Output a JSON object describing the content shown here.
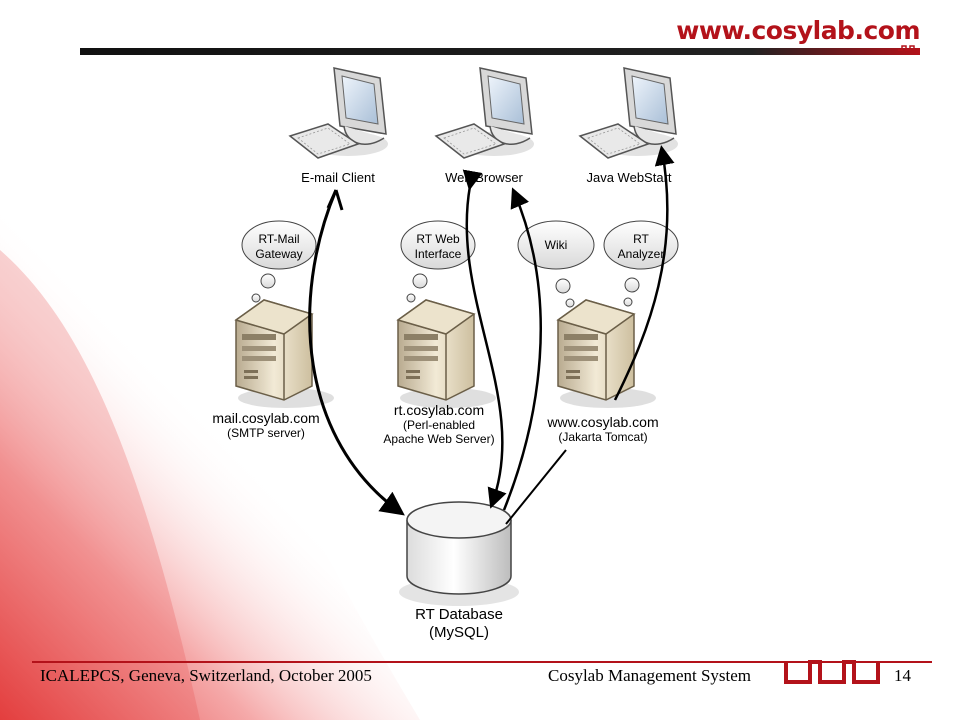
{
  "header": {
    "brand": "www.cosylab.com"
  },
  "clients": [
    {
      "label": "E-mail Client"
    },
    {
      "label": "Web Browser"
    },
    {
      "label": "Java WebStart"
    }
  ],
  "thoughts": [
    {
      "line1": "RT-Mail",
      "line2": "Gateway"
    },
    {
      "line1": "RT Web",
      "line2": "Interface"
    },
    {
      "line1": "Wiki",
      "line2": ""
    },
    {
      "line1": "RT",
      "line2": "Analyzer"
    }
  ],
  "servers": [
    {
      "name": "mail.cosylab.com",
      "desc1": "(SMTP server)",
      "desc2": ""
    },
    {
      "name": "rt.cosylab.com",
      "desc1": "(Perl-enabled",
      "desc2": "Apache Web Server)"
    },
    {
      "name": "www.cosylab.com",
      "desc1": "(Jakarta Tomcat)",
      "desc2": ""
    }
  ],
  "database": {
    "line1": "RT Database",
    "line2": "(MySQL)"
  },
  "footer": {
    "left": "ICALEPCS, Geneva, Switzerland, October 2005",
    "center": "Cosylab Management System",
    "page": "14"
  },
  "colors": {
    "accent": "#b3121a",
    "bar": "#1a1a1a"
  }
}
